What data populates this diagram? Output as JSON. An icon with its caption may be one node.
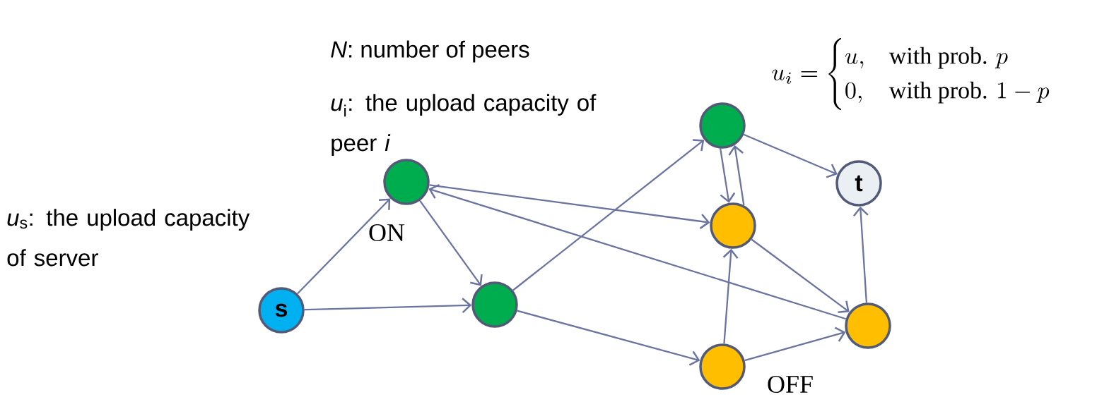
{
  "diagram": {
    "nodes": [
      {
        "text": [
          "s"
        ]
      },
      {
        "text": [],
        "shape": "circle",
        "beside": [
          "ON"
        ]
      },
      {
        "text": [],
        "shape": "circle"
      },
      {
        "text": [],
        "shape": "circle"
      },
      {
        "text": [],
        "shape": "circle"
      },
      {
        "text": [],
        "shape": "circle",
        "beside": [
          "OFF"
        ]
      },
      {
        "text": [
          "t"
        ]
      },
      {
        "text": [],
        "shape": "circle"
      }
    ],
    "edges": [
      {
        "from": 0,
        "to": 1,
        "arrow": "to"
      },
      {
        "from": 0,
        "to": 2,
        "arrow": "to"
      },
      {
        "from": 1,
        "to": 2,
        "arrow": "to"
      },
      {
        "from": 1,
        "to": 4,
        "arrow": "to"
      },
      {
        "from": 7,
        "to": 1,
        "arrow": "to"
      },
      {
        "from": 2,
        "to": 3,
        "arrow": "to"
      },
      {
        "from": 2,
        "to": 5,
        "arrow": "to"
      },
      {
        "from": 3,
        "to": 4,
        "arrow": "to"
      },
      {
        "from": 4,
        "to": 3,
        "arrow": "to"
      },
      {
        "from": 3,
        "to": 6,
        "arrow": "to"
      },
      {
        "from": 4,
        "to": 7,
        "arrow": "to"
      },
      {
        "from": 5,
        "to": 4,
        "arrow": "to"
      },
      {
        "from": 5,
        "to": 7,
        "arrow": "to"
      },
      {
        "from": 7,
        "to": 6,
        "arrow": "to"
      }
    ],
    "labels": [
      "*N*: number of peers",
      "*u*$_{i}$: the upload capacity of peer *i*",
      "u_i = \\begin{cases} u, & \\text{with prob. } p \\\\ 0, & \\text{with prob. } 1-p \\end{cases}",
      "*u*$_{s}$: the upload capacity of server"
    ]
  }
}
